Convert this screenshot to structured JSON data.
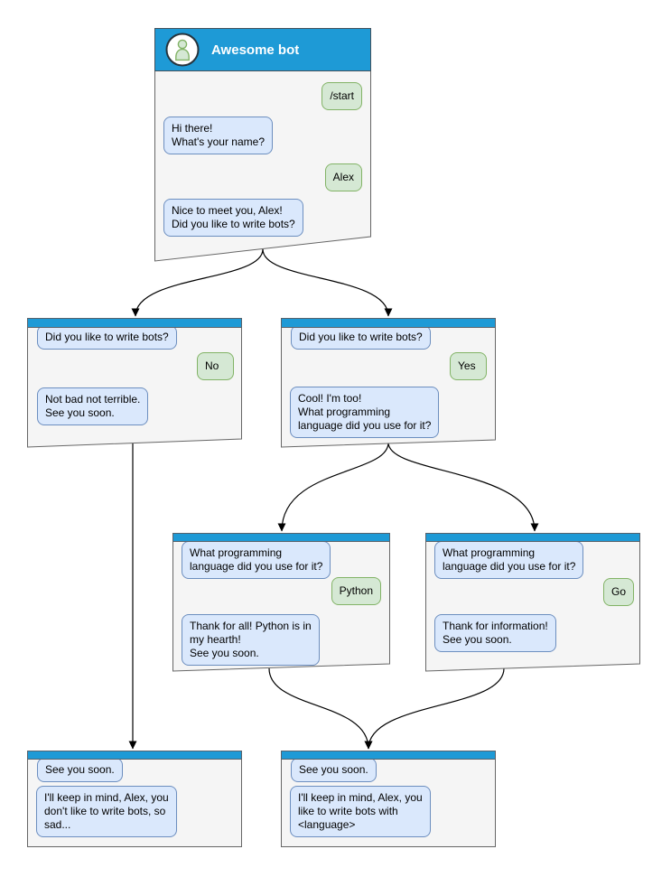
{
  "colors": {
    "header_blue": "#1e9ad6",
    "window_background": "#f5f5f5",
    "window_border": "#666666",
    "bot_bubble_background": "#dae8fc",
    "bot_bubble_border": "#6c8ebf",
    "user_bubble_background": "#d5e8d4",
    "user_bubble_border": "#82b366",
    "connector": "#000000"
  },
  "windows": [
    {
      "id": "main",
      "title": "Awesome bot",
      "messages": [
        {
          "from": "user",
          "text": "/start"
        },
        {
          "from": "bot",
          "text": "Hi there!\nWhat's your name?"
        },
        {
          "from": "user",
          "text": "Alex"
        },
        {
          "from": "bot",
          "text": "Nice to meet you, Alex!\nDid you like to write bots?"
        }
      ]
    },
    {
      "id": "branch-no",
      "messages": [
        {
          "from": "bot",
          "text": "Did you like to write bots?"
        },
        {
          "from": "user",
          "text": "No"
        },
        {
          "from": "bot",
          "text": "Not bad not terrible.\nSee you soon."
        }
      ]
    },
    {
      "id": "branch-yes",
      "messages": [
        {
          "from": "bot",
          "text": "Did you like to write bots?"
        },
        {
          "from": "user",
          "text": "Yes"
        },
        {
          "from": "bot",
          "text": "Cool! I'm too!\nWhat programming\nlanguage did you use for it?"
        }
      ]
    },
    {
      "id": "branch-python",
      "messages": [
        {
          "from": "bot",
          "text": "What programming\nlanguage did you use for it?"
        },
        {
          "from": "user",
          "text": "Python"
        },
        {
          "from": "bot",
          "text": "Thank for all! Python is in\nmy hearth!\nSee you soon."
        }
      ]
    },
    {
      "id": "branch-go",
      "messages": [
        {
          "from": "bot",
          "text": "What programming\nlanguage did you use for it?"
        },
        {
          "from": "user",
          "text": "Go"
        },
        {
          "from": "bot",
          "text": "Thank for information!\nSee you soon."
        }
      ]
    },
    {
      "id": "final-no",
      "messages": [
        {
          "from": "bot",
          "text": "See you soon."
        },
        {
          "from": "bot",
          "text": "I'll keep in mind, Alex, you\ndon't like to write bots, so\nsad..."
        }
      ]
    },
    {
      "id": "final-yes",
      "messages": [
        {
          "from": "bot",
          "text": "See you soon."
        },
        {
          "from": "bot",
          "text": "I'll keep in mind, Alex, you\nlike to write bots with\n<language>"
        }
      ]
    }
  ]
}
